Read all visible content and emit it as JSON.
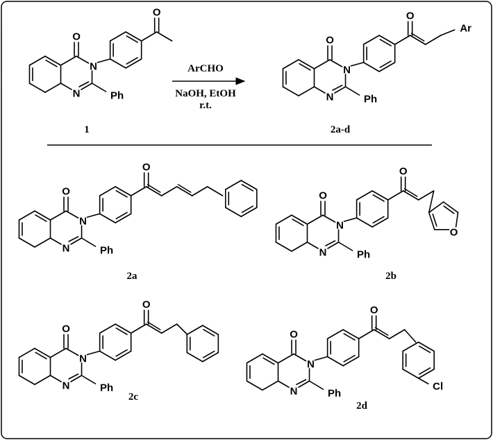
{
  "atoms": {
    "O": "O",
    "N": "N",
    "Ph": "Ph",
    "Ar": "Ar",
    "Cl": "Cl"
  },
  "reaction": {
    "reagent_above": "ArCHO",
    "reagent_below": "NaOH, EtOH",
    "condition": "r.t.",
    "starting_material_label": "1",
    "product_label": "2a-d"
  },
  "compounds": [
    {
      "label": "2a"
    },
    {
      "label": "2b"
    },
    {
      "label": "2c"
    },
    {
      "label": "2d"
    }
  ]
}
